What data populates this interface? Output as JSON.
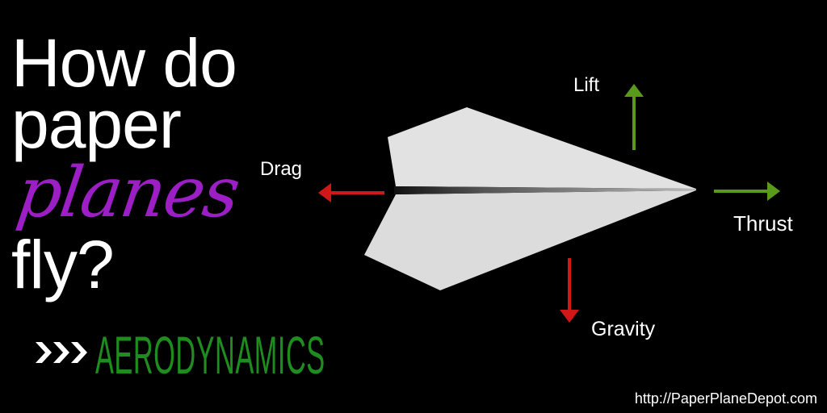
{
  "headline": {
    "line1": "How do",
    "line2": "paper",
    "line3": "planes",
    "line4": "fly?"
  },
  "subtitle": "AERODYNAMICS",
  "forces": {
    "lift": "Lift",
    "drag": "Drag",
    "thrust": "Thrust",
    "gravity": "Gravity"
  },
  "url": "http://PaperPlaneDepot.com",
  "colors": {
    "background": "#000000",
    "accent_purple": "#9b1fc4",
    "accent_green": "#1e8c1e",
    "arrow_green": "#5a9a1a",
    "arrow_red": "#d01818",
    "plane": "#e4e4e4"
  }
}
